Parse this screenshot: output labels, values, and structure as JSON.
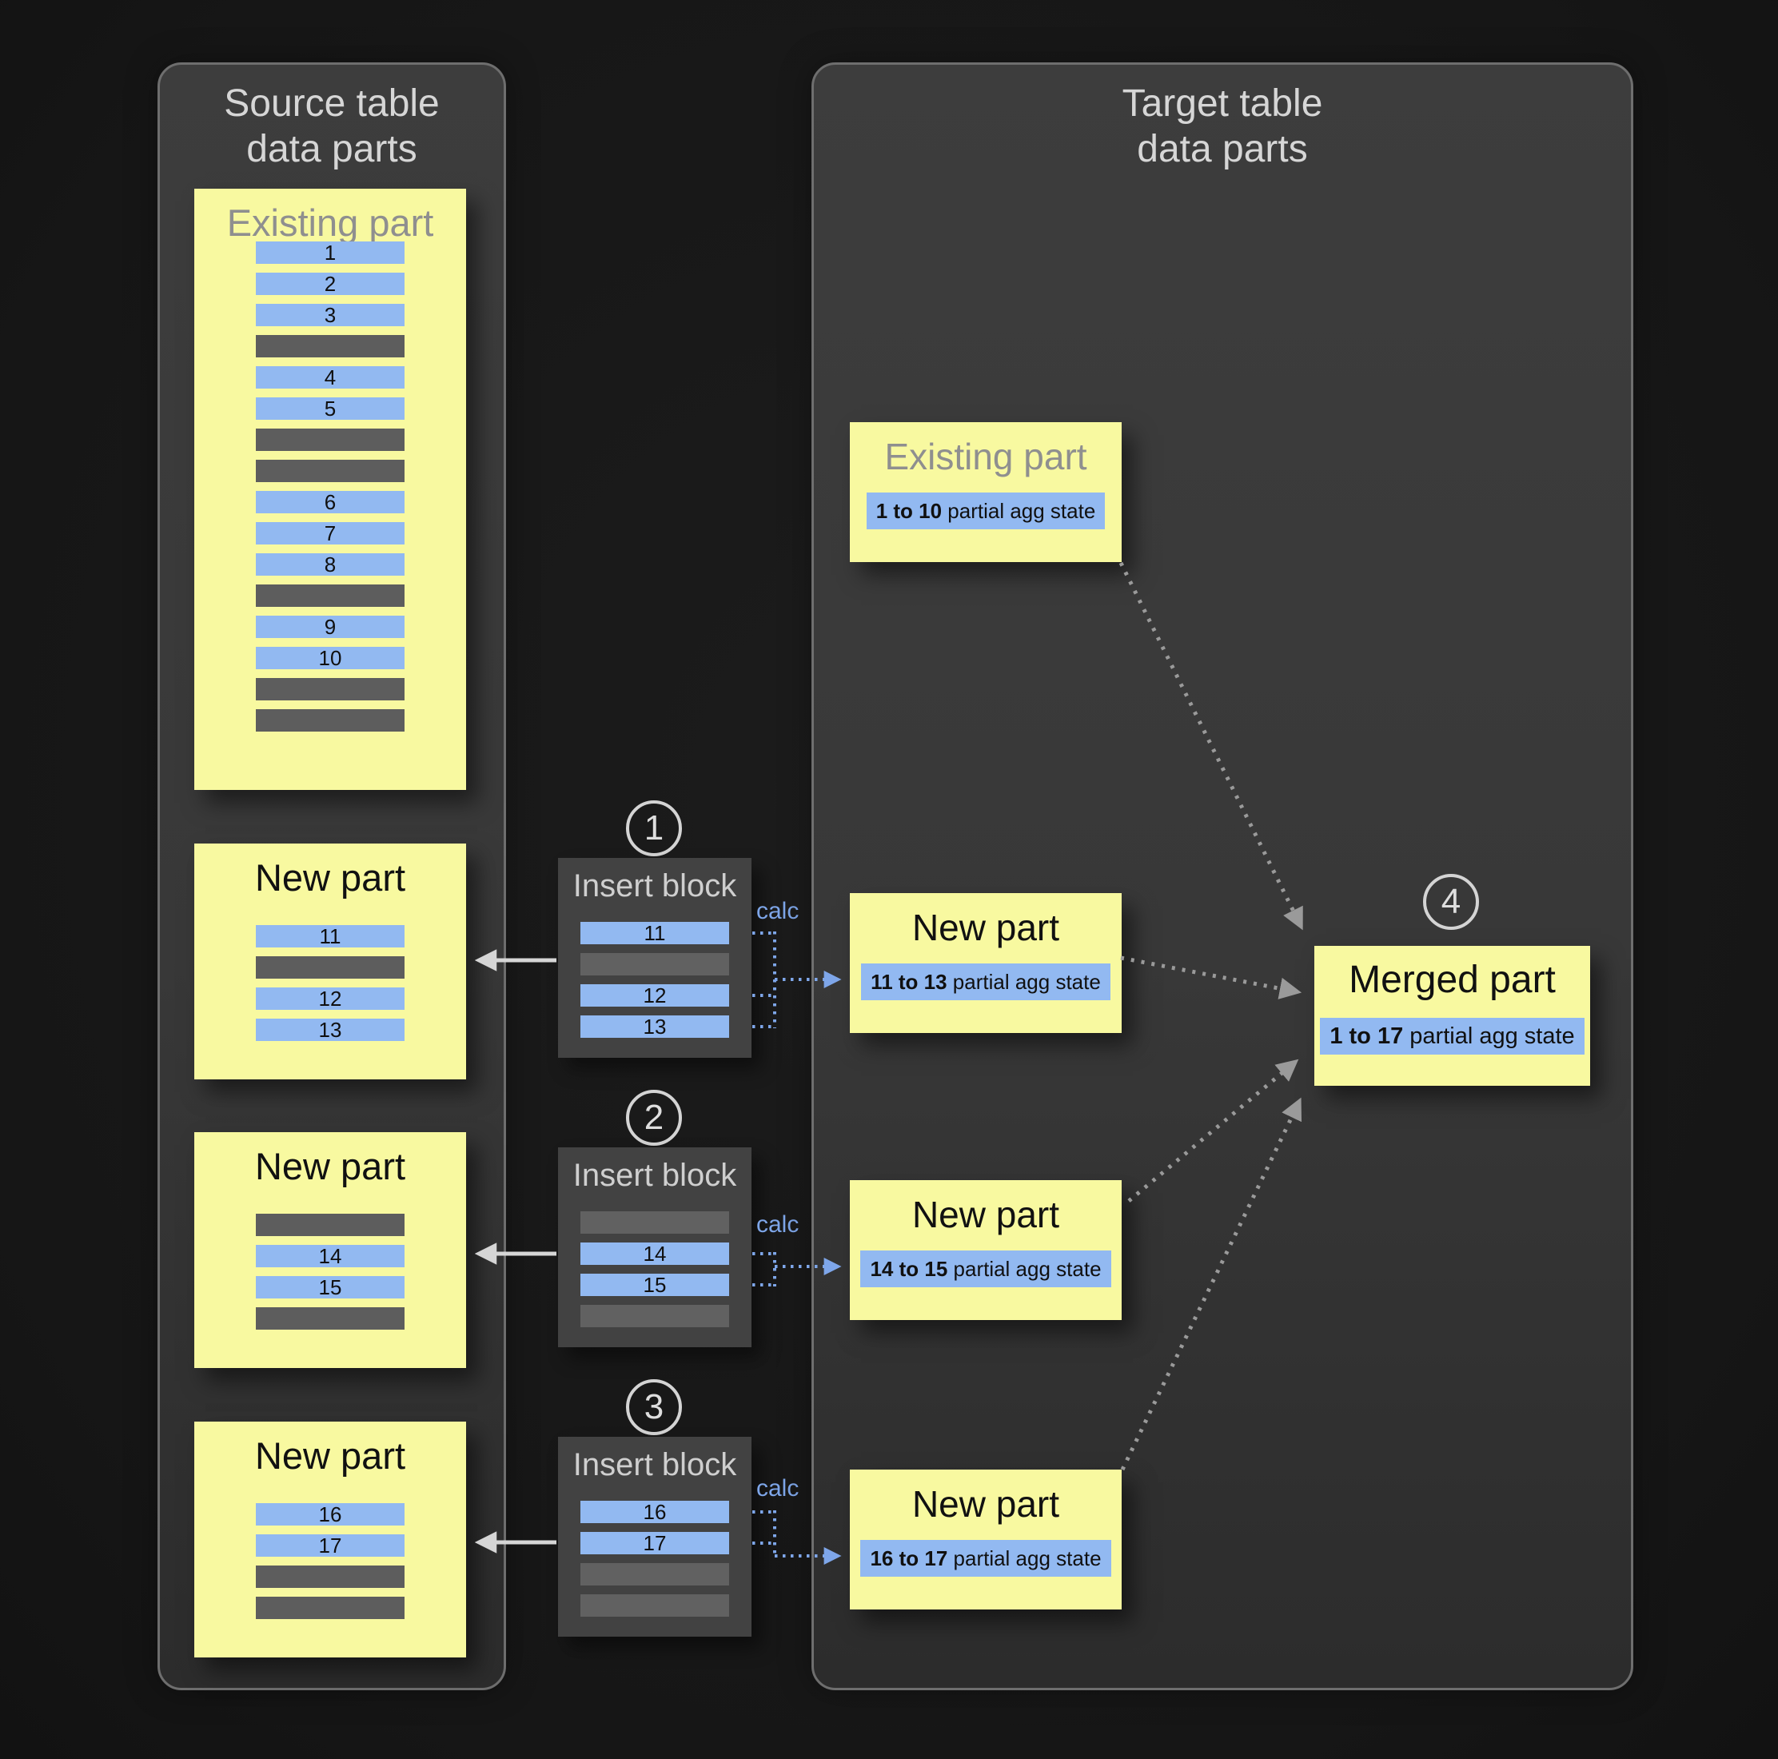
{
  "colors": {
    "background": "#171717",
    "panel_fill": "#383838",
    "panel_border": "#6e6e6e",
    "part_yellow": "#f8f9a0",
    "row_blue": "#92b9f1",
    "row_gray": "#5d5d5d",
    "insert_block_fill": "#424242",
    "calc_blue": "#7ea6e9",
    "merge_arrow_gray": "#999999",
    "move_arrow_white": "#d6d6d6"
  },
  "source_panel": {
    "title_line1": "Source table",
    "title_line2": "data parts",
    "existing_part": {
      "title": "Existing part",
      "rows": [
        {
          "t": "data",
          "label": "1"
        },
        {
          "t": "data",
          "label": "2"
        },
        {
          "t": "data",
          "label": "3"
        },
        {
          "t": "empty",
          "label": ""
        },
        {
          "t": "data",
          "label": "4"
        },
        {
          "t": "data",
          "label": "5"
        },
        {
          "t": "empty",
          "label": ""
        },
        {
          "t": "empty",
          "label": ""
        },
        {
          "t": "data",
          "label": "6"
        },
        {
          "t": "data",
          "label": "7"
        },
        {
          "t": "data",
          "label": "8"
        },
        {
          "t": "empty",
          "label": ""
        },
        {
          "t": "data",
          "label": "9"
        },
        {
          "t": "data",
          "label": "10"
        },
        {
          "t": "empty",
          "label": ""
        },
        {
          "t": "empty",
          "label": ""
        }
      ]
    },
    "new_parts": [
      {
        "title": "New part",
        "rows": [
          {
            "t": "data",
            "label": "11"
          },
          {
            "t": "empty",
            "label": ""
          },
          {
            "t": "data",
            "label": "12"
          },
          {
            "t": "data",
            "label": "13"
          }
        ]
      },
      {
        "title": "New part",
        "rows": [
          {
            "t": "empty",
            "label": ""
          },
          {
            "t": "data",
            "label": "14"
          },
          {
            "t": "data",
            "label": "15"
          },
          {
            "t": "empty",
            "label": ""
          }
        ]
      },
      {
        "title": "New part",
        "rows": [
          {
            "t": "data",
            "label": "16"
          },
          {
            "t": "data",
            "label": "17"
          },
          {
            "t": "empty",
            "label": ""
          },
          {
            "t": "empty",
            "label": ""
          }
        ]
      }
    ]
  },
  "insert_steps": [
    {
      "number": "1",
      "title": "Insert block",
      "calc_label": "calc",
      "rows": [
        {
          "t": "data",
          "label": "11"
        },
        {
          "t": "empty",
          "label": ""
        },
        {
          "t": "data",
          "label": "12"
        },
        {
          "t": "data",
          "label": "13"
        }
      ]
    },
    {
      "number": "2",
      "title": "Insert block",
      "calc_label": "calc",
      "rows": [
        {
          "t": "empty",
          "label": ""
        },
        {
          "t": "data",
          "label": "14"
        },
        {
          "t": "data",
          "label": "15"
        },
        {
          "t": "empty",
          "label": ""
        }
      ]
    },
    {
      "number": "3",
      "title": "Insert block",
      "calc_label": "calc",
      "rows": [
        {
          "t": "data",
          "label": "16"
        },
        {
          "t": "data",
          "label": "17"
        },
        {
          "t": "empty",
          "label": ""
        },
        {
          "t": "empty",
          "label": ""
        }
      ]
    }
  ],
  "target_panel": {
    "title_line1": "Target table",
    "title_line2": "data parts",
    "existing_part": {
      "title": "Existing part",
      "agg_range": "1 to 10",
      "agg_suffix": " partial agg state"
    },
    "new_parts": [
      {
        "title": "New part",
        "agg_range": "11 to 13",
        "agg_suffix": " partial agg state"
      },
      {
        "title": "New part",
        "agg_range": "14 to 15",
        "agg_suffix": " partial agg state"
      },
      {
        "title": "New part",
        "agg_range": "16 to 17",
        "agg_suffix": " partial agg state"
      }
    ],
    "merged_part": {
      "number": "4",
      "title": "Merged part",
      "agg_range": "1 to 17",
      "agg_suffix": " partial agg state"
    }
  }
}
